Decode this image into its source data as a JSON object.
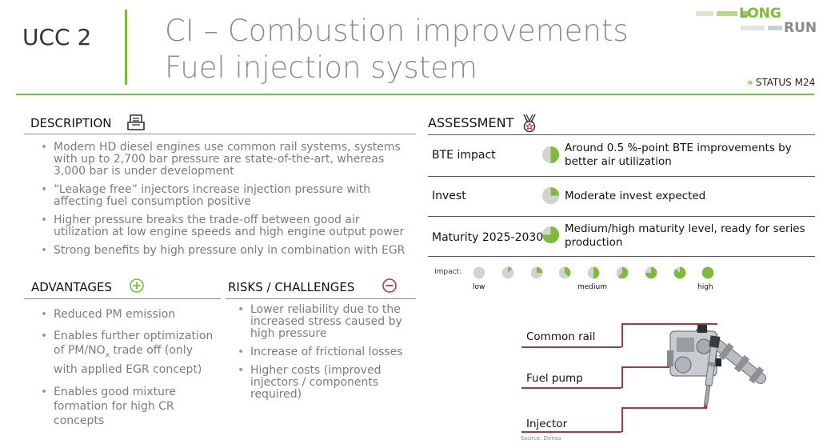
{
  "header": {
    "code": "UCC 2",
    "title_line1": "CI – Combustion improvements",
    "title_line2": "Fuel injection system",
    "status_chevron": "»",
    "status": "STATUS M24",
    "logo_line1": "LONG",
    "logo_line2": "RUN"
  },
  "description": {
    "heading": "DESCRIPTION",
    "bullets": [
      "Modern HD diesel engines use common rail systems, systems with up to 2,700 bar pressure are state-of-the-art, whereas 3,000 bar is under development",
      "“Leakage free” injectors increase injection pressure with affecting fuel consumption positive",
      "Higher pressure breaks the trade-off between good air utilization at low engine speeds and high engine output power",
      "Strong benefits by high pressure only in combination with EGR"
    ]
  },
  "advantages": {
    "heading": "ADVANTAGES",
    "bullets": [
      "Reduced PM emission",
      "Enables further optimization of PM/NO",
      "x",
      " trade off (only with applied EGR concept)",
      "Enables good mixture formation for high CR concepts"
    ]
  },
  "risks": {
    "heading": "RISKS / CHALLENGES",
    "bullets": [
      "Lower reliability due to the increased stress caused by high pressure",
      "Increase of frictional losses",
      "Higher costs (improved injectors / components required)"
    ]
  },
  "assessment": {
    "heading": "ASSESSMENT",
    "rows": [
      {
        "label": "BTE impact",
        "text": "Around 0.5 %-point BTE improvements by better air utilization",
        "level": 0.5
      },
      {
        "label": "Invest",
        "text": "Moderate invest expected",
        "level": 0.25
      },
      {
        "label": "Maturity 2025-2030",
        "text": "Medium/high maturity level, ready for series production",
        "level": 0.75
      }
    ]
  },
  "impact_scale": {
    "label": "Impact:",
    "levels": [
      0,
      0.125,
      0.25,
      0.375,
      0.5,
      0.625,
      0.75,
      0.875,
      1
    ],
    "low": "low",
    "medium": "medium",
    "high": "high"
  },
  "figure": {
    "callouts": [
      "Common rail",
      "Fuel pump",
      "Injector"
    ],
    "source": "Source: Denso"
  },
  "colors": {
    "accent": "#7dbb3b",
    "pie_fill": "#7dbb3b",
    "pie_base": "#d2d2d2",
    "callout_line": "#9a3a4a",
    "minus": "#c8323c"
  }
}
